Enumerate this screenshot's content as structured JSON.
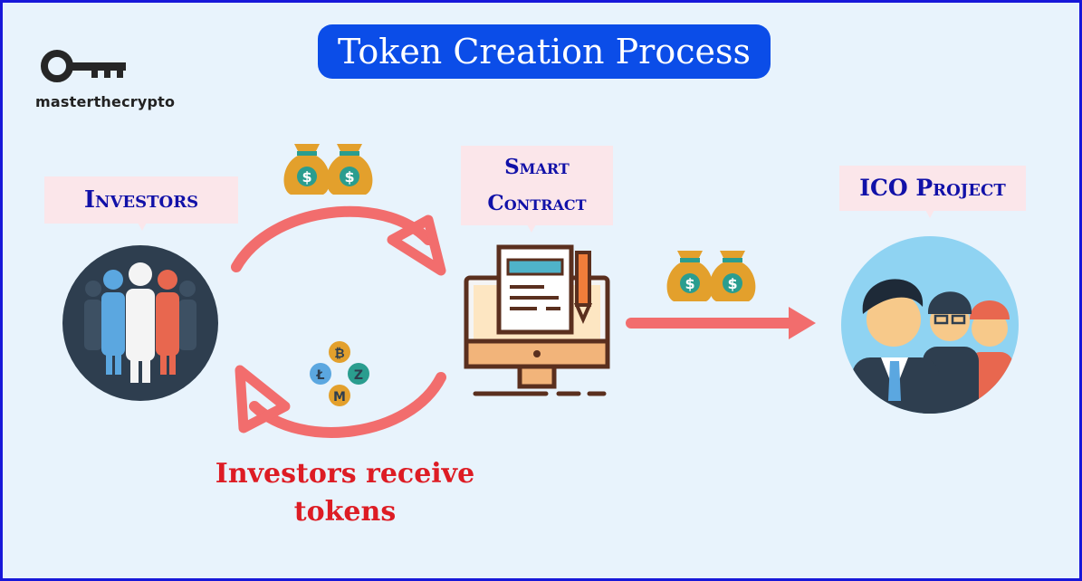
{
  "title": "Token Creation Process",
  "brand": {
    "name": "masterthecrypto",
    "logo_icon": "key-icon"
  },
  "nodes": {
    "investors": {
      "label": "Investors",
      "icon": "people-group-icon"
    },
    "smart_contract": {
      "label_line1": "Smart",
      "label_line2": "Contract",
      "icon": "computer-document-icon"
    },
    "ico_project": {
      "label": "ICO Project",
      "icon": "business-team-icon"
    }
  },
  "flows": {
    "investors_to_contract": {
      "icon": "money-bags-icon"
    },
    "contract_to_investors": {
      "icon": "crypto-coins-icon",
      "caption": "Investors receive tokens"
    },
    "contract_to_project": {
      "icon": "money-bags-icon"
    }
  },
  "colors": {
    "border": "#1717d9",
    "background": "#e8f3fc",
    "title_bg": "#0b4de8",
    "label_bg": "#fbe6ea",
    "label_text": "#1111a8",
    "arrow": "#f26d6d",
    "caption": "#dd1c24"
  }
}
